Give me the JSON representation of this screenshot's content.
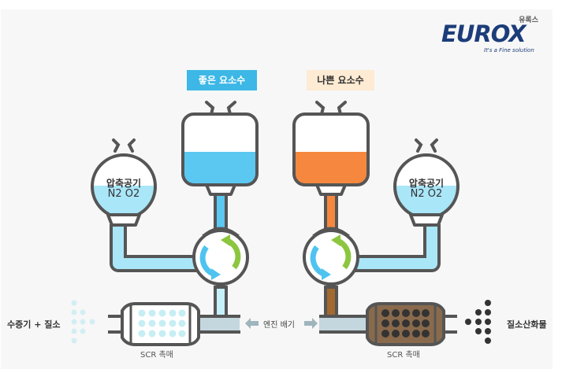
{
  "logo": {
    "brand": "EUROX",
    "korean_name": "유록스",
    "tagline": "It's a Fine solution"
  },
  "left_system": {
    "badge": "좋은 요소수",
    "badge_color": "#3cb7e6",
    "tank_fill_color": "#5bc8f2",
    "air_tank": {
      "label": "압축공기",
      "formula": "N2 O2"
    },
    "catalyst_label": "SCR 촉매",
    "output_label": "수증기 + 질소"
  },
  "right_system": {
    "badge": "나쁜 요소수",
    "badge_color": "#fdebd3",
    "tank_fill_color": "#f5883e",
    "air_tank": {
      "label": "압축공기",
      "formula": "N2 O2"
    },
    "catalyst_label": "SCR 촉매",
    "output_label": "질소산화물"
  },
  "center": {
    "exhaust_label": "엔진 배기"
  },
  "colors": {
    "outline": "#555555",
    "air_fill": "#a9e6f8",
    "exhaust_pipe": "#c5d7de",
    "arrow_green": "#8cc63f",
    "arrow_blue": "#4fc3f0",
    "catalyst_dirty": "#8a6a4c",
    "catalyst_clean_dot": "#c6eef4"
  }
}
